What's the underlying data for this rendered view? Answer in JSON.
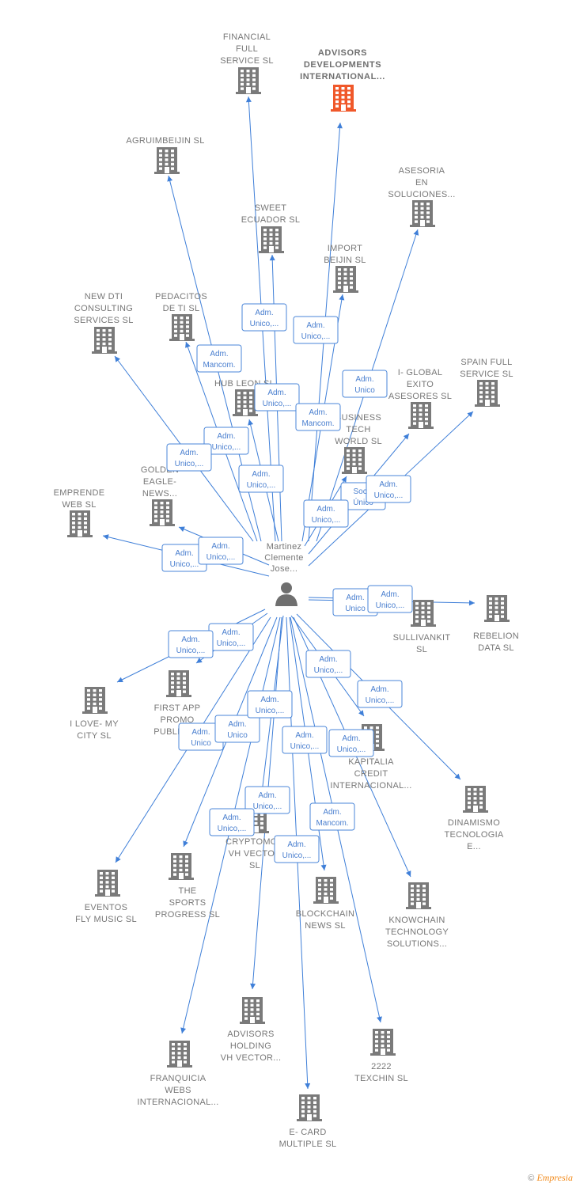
{
  "center": {
    "label": [
      "Martinez",
      "Clemente",
      "Jose..."
    ],
    "icon": "person-icon"
  },
  "companies": [
    {
      "id": "financial",
      "label": [
        "FINANCIAL",
        "FULL",
        "SERVICE  SL"
      ]
    },
    {
      "id": "advisors_dev",
      "label": [
        "ADVISORS",
        "DEVELOPMENTS",
        "INTERNATIONAL..."
      ],
      "highlight": true
    },
    {
      "id": "agruimbeijin",
      "label": [
        "AGRUIMBEIJIN SL"
      ]
    },
    {
      "id": "asesoria",
      "label": [
        "ASESORIA",
        "EN",
        "SOLUCIONES..."
      ]
    },
    {
      "id": "sweet",
      "label": [
        "SWEET",
        "ECUADOR  SL"
      ]
    },
    {
      "id": "import",
      "label": [
        "IMPORT",
        "BEIJIN SL"
      ]
    },
    {
      "id": "newdti",
      "label": [
        "NEW DTI",
        "CONSULTING",
        "SERVICES  SL"
      ]
    },
    {
      "id": "pedacitos",
      "label": [
        "PEDACITOS",
        "DE TI  SL"
      ]
    },
    {
      "id": "hubleon",
      "label": [
        "HUB LEON  SL"
      ]
    },
    {
      "id": "iglobal",
      "label": [
        "I- GLOBAL",
        "EXITO",
        "ASESORES  SL"
      ]
    },
    {
      "id": "spainfull",
      "label": [
        "SPAIN FULL",
        "SERVICE  SL"
      ]
    },
    {
      "id": "business",
      "label": [
        "BUSINESS",
        "TECH",
        "WORLD  SL"
      ]
    },
    {
      "id": "golden",
      "label": [
        "GOLDEN",
        "EAGLE-",
        "NEWS..."
      ]
    },
    {
      "id": "emprende",
      "label": [
        "EMPRENDE",
        "WEB  SL"
      ]
    },
    {
      "id": "sullivankit",
      "label": [
        "SULLIVANKIT",
        "SL"
      ]
    },
    {
      "id": "rebelion",
      "label": [
        "REBELION",
        "DATA  SL"
      ]
    },
    {
      "id": "ilove",
      "label": [
        "I LOVE- MY",
        "CITY  SL"
      ]
    },
    {
      "id": "firstapp",
      "label": [
        "FIRST APP",
        "PROMO",
        "PUBLICITY"
      ]
    },
    {
      "id": "kapitalia",
      "label": [
        "KAPITALIA",
        "CREDIT",
        "INTERNACIONAL..."
      ]
    },
    {
      "id": "dinamismo",
      "label": [
        "DINAMISMO",
        "TECNOLOGIA",
        "E..."
      ]
    },
    {
      "id": "cryptomon",
      "label": [
        "CRYPTOMON",
        "VH VECTOR",
        "SL"
      ]
    },
    {
      "id": "eventos",
      "label": [
        "EVENTOS",
        "FLY MUSIC  SL"
      ]
    },
    {
      "id": "sports",
      "label": [
        "THE",
        "SPORTS",
        "PROGRESS  SL"
      ]
    },
    {
      "id": "blockchain",
      "label": [
        "BLOCKCHAIN",
        "NEWS  SL"
      ]
    },
    {
      "id": "knowchain",
      "label": [
        "KNOWCHAIN",
        "TECHNOLOGY",
        "SOLUTIONS..."
      ]
    },
    {
      "id": "advisors_holding",
      "label": [
        "ADVISORS",
        "HOLDING",
        "VH VECTOR..."
      ]
    },
    {
      "id": "texchin",
      "label": [
        "2222",
        "TEXCHIN SL"
      ]
    },
    {
      "id": "franquicia",
      "label": [
        "FRANQUICIA",
        "WEBS",
        "INTERNACIONAL..."
      ]
    },
    {
      "id": "ecard",
      "label": [
        "E- CARD",
        "MULTIPLE  SL"
      ]
    }
  ],
  "roles": [
    {
      "lines": [
        "Adm.",
        "Unico,..."
      ]
    },
    {
      "lines": [
        "Adm.",
        "Unico,..."
      ]
    },
    {
      "lines": [
        "Adm.",
        "Mancom."
      ]
    },
    {
      "lines": [
        "Adm.",
        "Unico,..."
      ]
    },
    {
      "lines": [
        "Adm.",
        "Unico"
      ]
    },
    {
      "lines": [
        "Adm.",
        "Mancom."
      ]
    },
    {
      "lines": [
        "Adm.",
        "Unico,..."
      ]
    },
    {
      "lines": [
        "Adm.",
        "Unico,..."
      ]
    },
    {
      "lines": [
        "Adm.",
        "Unico,..."
      ]
    },
    {
      "lines": [
        "Socio",
        "Único"
      ]
    },
    {
      "lines": [
        "Adm.",
        "Unico,..."
      ]
    },
    {
      "lines": [
        "Adm.",
        "Unico,..."
      ]
    },
    {
      "lines": [
        "Adm.",
        "Unico,..."
      ]
    },
    {
      "lines": [
        "Adm.",
        "Unico,..."
      ]
    },
    {
      "lines": [
        "Adm.",
        "Unico"
      ]
    },
    {
      "lines": [
        "Adm.",
        "Unico,..."
      ]
    },
    {
      "lines": [
        "Adm.",
        "Unico,..."
      ]
    },
    {
      "lines": [
        "Adm.",
        "Unico,..."
      ]
    },
    {
      "lines": [
        "Adm.",
        "Unico,..."
      ]
    },
    {
      "lines": [
        "Adm.",
        "Unico,..."
      ]
    },
    {
      "lines": [
        "Adm.",
        "Unico"
      ]
    },
    {
      "lines": [
        "Adm.",
        "Unico"
      ]
    },
    {
      "lines": [
        "Adm.",
        "Unico,..."
      ]
    },
    {
      "lines": [
        "Adm.",
        "Unico,..."
      ]
    },
    {
      "lines": [
        "Adm.",
        "Unico,..."
      ]
    },
    {
      "lines": [
        "Adm.",
        "Unico,..."
      ]
    },
    {
      "lines": [
        "Adm.",
        "Mancom."
      ]
    },
    {
      "lines": [
        "Adm.",
        "Unico,..."
      ]
    },
    {
      "lines": [
        "Adm.",
        "Unico,..."
      ]
    }
  ],
  "footer": {
    "copyright": "©",
    "brand": "Empresia"
  },
  "colors": {
    "edge": "#3f7fd8",
    "building": "#7a7a7a",
    "highlight": "#f0582a",
    "label": "#777777"
  }
}
